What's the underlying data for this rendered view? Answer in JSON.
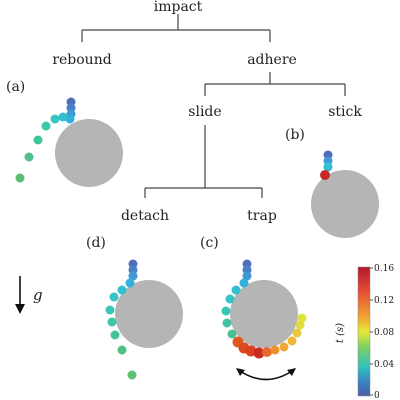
{
  "tree": {
    "root": "impact",
    "rebound": "rebound",
    "adhere": "adhere",
    "slide": "slide",
    "stick": "stick",
    "detach": "detach",
    "trap": "trap"
  },
  "panels": {
    "a": "(a)",
    "b": "(b)",
    "c": "(c)",
    "d": "(d)"
  },
  "gravity_label": "g",
  "colorbar": {
    "label": "t (s)",
    "ticks": [
      "0.16",
      "0.12",
      "0.08",
      "0.04",
      "0"
    ],
    "colors": [
      "#b2182b",
      "#e34a33",
      "#f0a033",
      "#e8e83a",
      "#7fd05f",
      "#2fc0c0",
      "#3a7fc0",
      "#4b5fa8"
    ]
  },
  "colors": {
    "sphere": "#b5b5b5",
    "tree_line": "#444444",
    "droplet_early": "#4f7fc0",
    "droplet_mid": "#30c8d0",
    "droplet_late": "#5fc070"
  }
}
